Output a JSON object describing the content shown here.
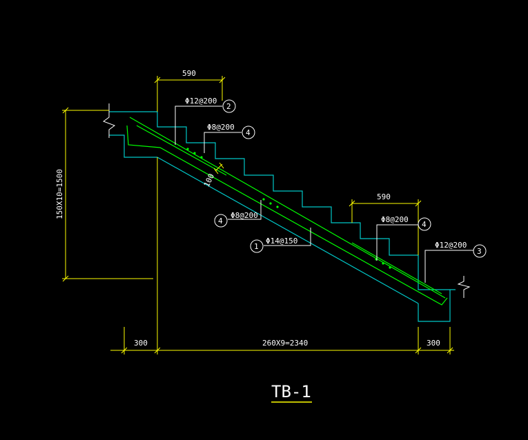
{
  "dimensions": {
    "top_left_width": "590",
    "top_right_width": "590",
    "vertical_height": "150X10=1500",
    "bottom_left": "300",
    "bottom_middle": "260X9=2340",
    "bottom_right": "300",
    "slab_thickness": "100"
  },
  "rebar_labels": [
    {
      "code": "Φ12@200",
      "num": "2"
    },
    {
      "code": "Φ8@200",
      "num": "4"
    },
    {
      "code": "Φ8@200",
      "num": "4"
    },
    {
      "code": "Φ14@150",
      "num": "1"
    },
    {
      "code": "Φ8@200",
      "num": "4"
    },
    {
      "code": "Φ12@200",
      "num": "3"
    }
  ],
  "title": "TB-1",
  "colors": {
    "background": "#000000",
    "outline": "#00c8c8",
    "dimension": "#ffff00",
    "rebar": "#00ff00",
    "text": "#ffffff"
  }
}
